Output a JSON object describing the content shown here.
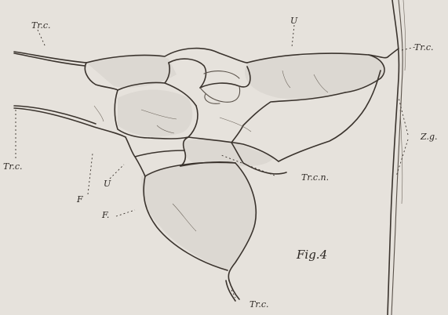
{
  "figure": {
    "caption": "Fig.4",
    "labels": {
      "trc_top_left": "Tr.c.",
      "u_top": "U",
      "trc_top_right": "Tr.c.",
      "zg": "Z.g.",
      "trc_left": "Tr.c.",
      "f_left": "F",
      "u_left": "U",
      "trcn": "Tr.c.n.",
      "f_lower": "F.",
      "trc_bottom": "Tr.c."
    }
  }
}
